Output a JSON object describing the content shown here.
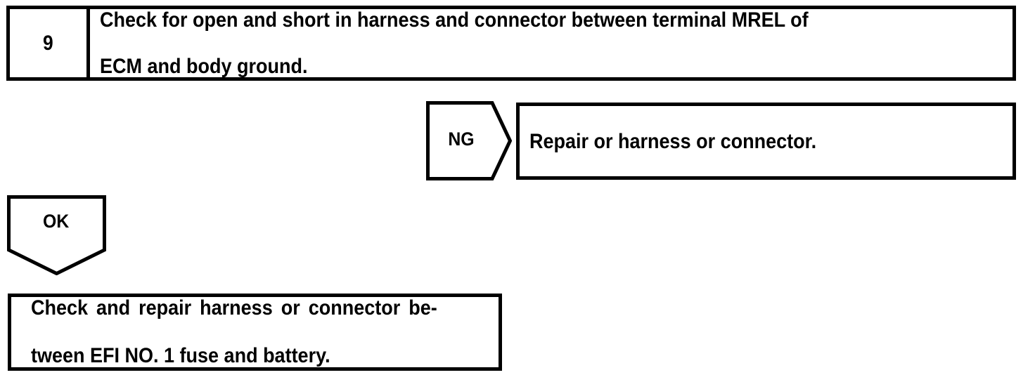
{
  "diagram": {
    "type": "troubleshooting-flowchart",
    "colors": {
      "line": "#000000",
      "background": "#ffffff",
      "text": "#000000"
    },
    "step": {
      "number": "9",
      "instruction_line1": "Check for open and short in harness and connector between terminal MREL of",
      "instruction_line2": "ECM and body ground.",
      "instruction_full": "Check for open and short in harness and connector between terminal MREL of ECM and body ground."
    },
    "branches": {
      "ng": {
        "label": "NG",
        "shape": "pentagon-right",
        "result": "Repair or harness or connector."
      },
      "ok": {
        "label": "OK",
        "shape": "pentagon-down",
        "result_line1": "Check and repair harness or connector be-",
        "result_line2": "tween EFI NO. 1 fuse and battery.",
        "result_full": "Check and repair harness or connector between EFI NO. 1 fuse and battery."
      }
    }
  }
}
